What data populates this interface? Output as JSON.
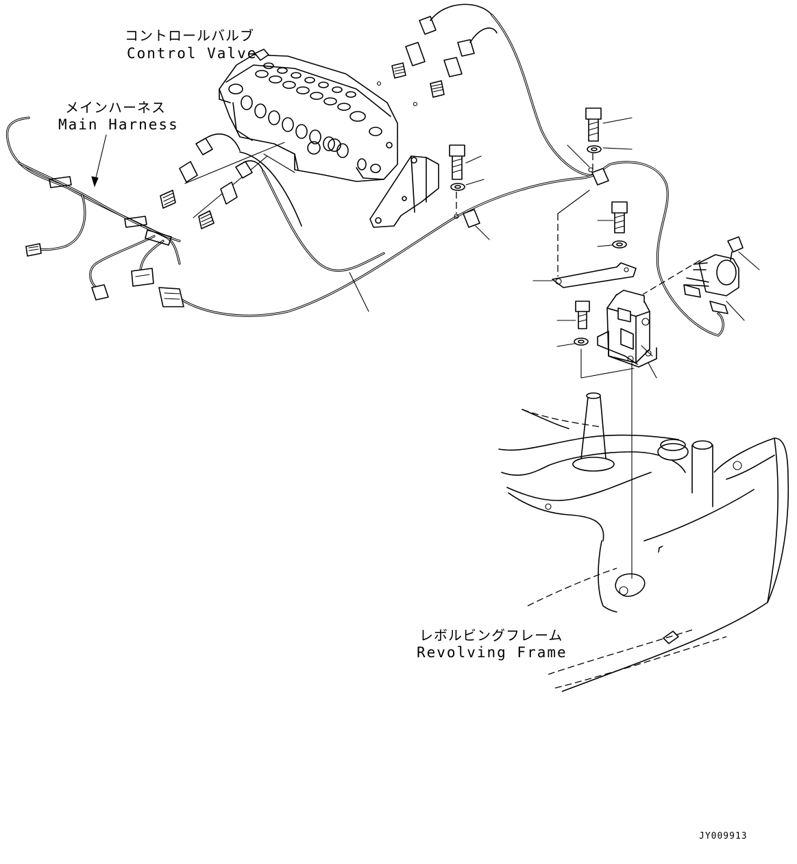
{
  "labels": {
    "control_valve": {
      "jp": "コントロールバルブ",
      "en": "Control Valve"
    },
    "main_harness": {
      "jp": "メインハーネス",
      "en": "Main Harness"
    },
    "revolving_frame": {
      "jp": "レボルビングフレーム",
      "en": "Revolving Frame"
    }
  },
  "drawing_code": "JY009913",
  "colors": {
    "ink": "#000000",
    "paper": "#ffffff"
  }
}
